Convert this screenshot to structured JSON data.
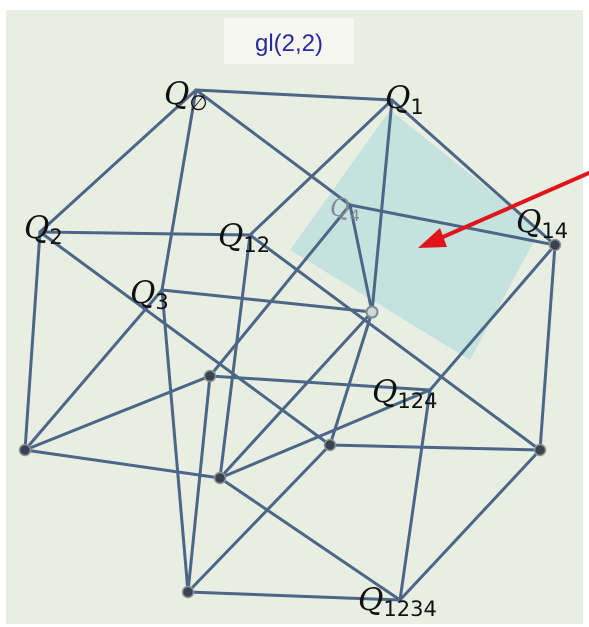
{
  "title": "gl(2,2)",
  "colors": {
    "background": "#e9eee2",
    "edge": "#4c6687",
    "highlight_face": "#b9dedd",
    "arrow": "#e0141b",
    "title": "#2a2aa0"
  },
  "labels": {
    "q_empty": {
      "base": "Q",
      "sub": "∅"
    },
    "q1": {
      "base": "Q",
      "sub": "1"
    },
    "q2": {
      "base": "Q",
      "sub": "2"
    },
    "q3": {
      "base": "Q",
      "sub": "3"
    },
    "q4": {
      "base": "Q",
      "sub": "4"
    },
    "q12": {
      "base": "Q",
      "sub": "12"
    },
    "q14": {
      "base": "Q",
      "sub": "14"
    },
    "q124": {
      "base": "Q",
      "sub": "124"
    },
    "q1234": {
      "base": "Q",
      "sub": "1234"
    }
  }
}
